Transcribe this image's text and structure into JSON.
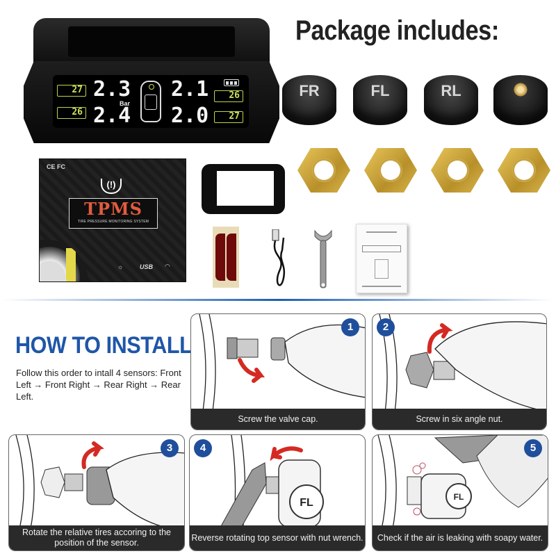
{
  "package": {
    "title": "Package includes:",
    "monitor": {
      "pressure_unit": "Bar",
      "front_left_pressure": "2.3",
      "rear_left_pressure": "2.4",
      "front_right_pressure": "2.1",
      "rear_right_pressure": "2.0",
      "front_left_temp": "27",
      "rear_left_temp": "26",
      "front_right_temp": "26",
      "rear_right_temp": "27"
    },
    "sensors": [
      {
        "label": "FR"
      },
      {
        "label": "FL"
      },
      {
        "label": "RL"
      },
      {
        "label": ""
      }
    ],
    "nut_count": 4,
    "box": {
      "certifications": "CE FC",
      "brand": "TPMS",
      "subtitle": "TIRE PRESSURE MONITORING SYSTEM",
      "warning_symbol": "(!)"
    },
    "items": [
      "Monitor",
      "Sensors",
      "Hex nuts",
      "Retail box",
      "Holder",
      "Adhesive tape",
      "USB cable",
      "Wrench",
      "Manual"
    ]
  },
  "install": {
    "title": "HOW TO INSTALL",
    "description": "Follow this order to intall 4 sensors: Front Left → Front Right → Rear Right → Rear Left.",
    "steps": [
      {
        "number": "1",
        "caption": "Screw the valve cap."
      },
      {
        "number": "2",
        "caption": "Screw in six angle nut."
      },
      {
        "number": "3",
        "caption": "Rotate the relative tires accoring to the position of the sensor."
      },
      {
        "number": "4",
        "caption": "Reverse rotating top sensor with nut wrench."
      },
      {
        "number": "5",
        "caption": "Check if the air is leaking with soapy water."
      }
    ],
    "sensor_label_in_illustration": "FL"
  },
  "colors": {
    "install_blue": "#1f56a8",
    "step_badge": "#1f4f9c",
    "caption_bar": "#2b2a2a",
    "arrow_red": "#d42a22",
    "lcd_green": "#c8e05a",
    "brass": "#c9a23e",
    "tpms_red": "#e25b3e"
  }
}
